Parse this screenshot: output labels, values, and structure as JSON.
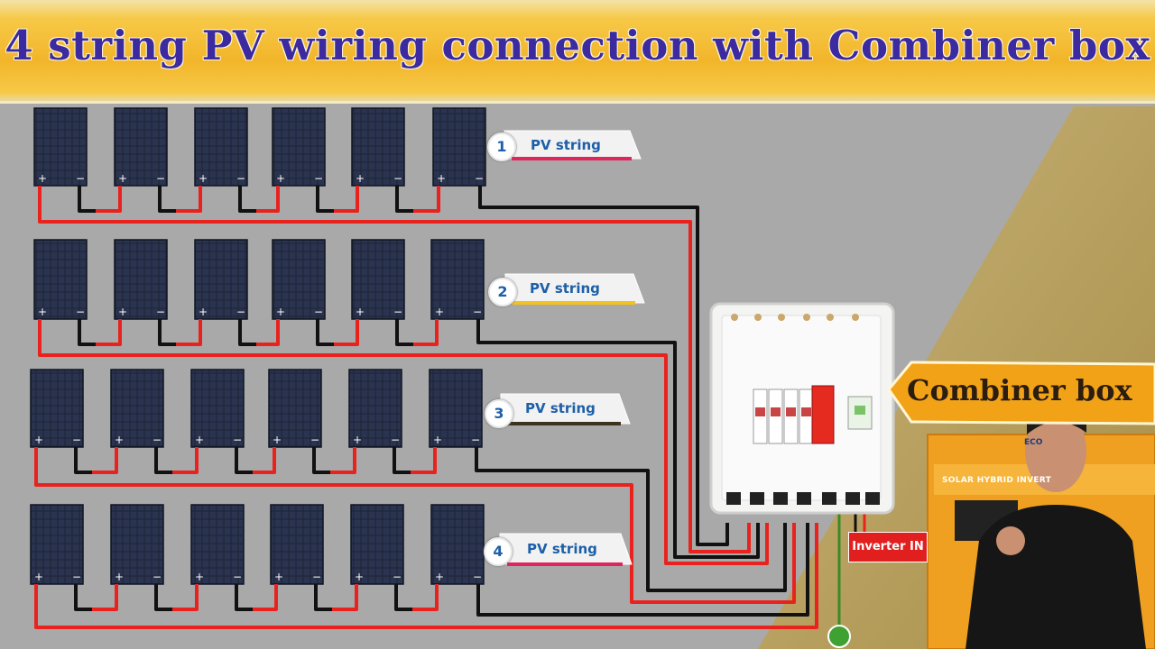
{
  "title": "4 string PV wiring connection with Combiner box",
  "strings": [
    {
      "number": "1",
      "label": "PV string"
    },
    {
      "number": "2",
      "label": "PV string"
    },
    {
      "number": "3",
      "label": "PV string"
    },
    {
      "number": "4",
      "label": "PV string"
    }
  ],
  "combiner_label": "Combiner box",
  "inverter_in_label": "Inverter IN",
  "inverter_text": "SOLAR HYBRID INVERT",
  "inverter_logo": "ECO",
  "polarity": {
    "plus": "+",
    "minus": "−"
  },
  "colors": {
    "positive_wire": "#e8231e",
    "negative_wire": "#111111",
    "ground_wire": "#3a8a2a",
    "title_text": "#3b2aa0",
    "panel": "#1c2233"
  }
}
